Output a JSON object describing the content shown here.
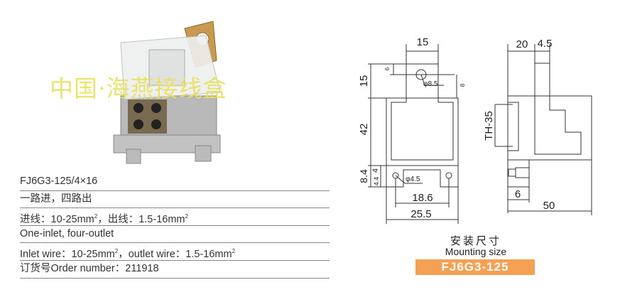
{
  "photo": {
    "watermark": "中国·海燕接线盒"
  },
  "specs": {
    "model": "FJ6G3-125/4×16",
    "desc_cn": "一路进，四路出",
    "wire_cn_prefix": "进线：10-25mm",
    "wire_cn_mid": "，出线：1.5-16mm",
    "sup": "2",
    "desc_en": "One-inlet, four-outlet",
    "wire_en_prefix": "Inlet wire：10-25mm",
    "wire_en_mid": "，outlet wire：1.5-16mm",
    "order_label": "订货号Order number：",
    "order_number": "211918"
  },
  "drawing": {
    "front": {
      "top_width": "15",
      "top_height": "15",
      "body_height": "42",
      "hole_offset": "6",
      "hole_depth": "8",
      "hole_dia": "φ8.5",
      "foot_height": "8.4",
      "foot_a": "4",
      "foot_b": "4.4",
      "foot_hole_dia": "φ4.5",
      "hole_spacing": "18.6",
      "width": "25.5"
    },
    "side": {
      "dim_a": "20",
      "dim_b": "4.5",
      "rail": "TH-35",
      "dim_c": "6",
      "depth": "50"
    }
  },
  "caption": {
    "cn": "安装尺寸",
    "en": "Mounting size",
    "model": "FJ6G3-125"
  }
}
